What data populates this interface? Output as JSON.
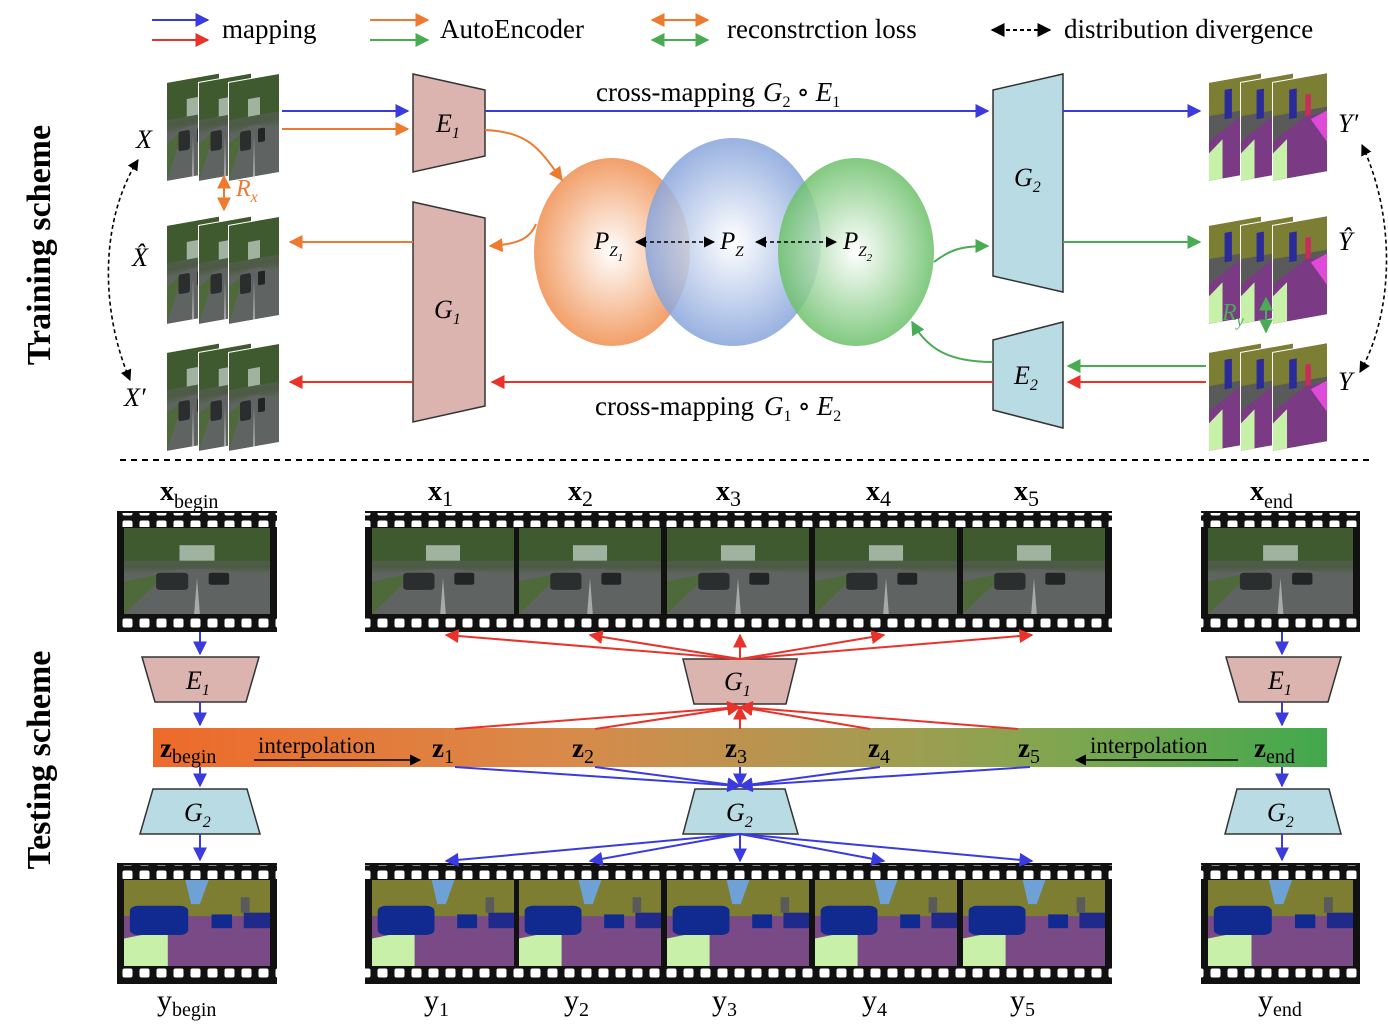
{
  "legend": {
    "mapping": "mapping",
    "autoencoder": "AutoEncoder",
    "recon": "reconstrction loss",
    "divergence": "distribution divergence"
  },
  "sections": {
    "training": "Training scheme",
    "testing": "Testing scheme"
  },
  "training": {
    "x_label": "X",
    "x_hat_label": "X̂",
    "x_prime_label": "X′",
    "y_prime_label": "Y′",
    "y_hat_label": "Ŷ",
    "y_label": "Y",
    "rx_main": "R",
    "rx_sub": "x",
    "ry_main": "R",
    "ry_sub": "y",
    "e1_main": "E",
    "e1_sub": "1",
    "g1_main": "G",
    "g1_sub": "1",
    "g2_main": "G",
    "g2_sub": "2",
    "e2_main": "E",
    "e2_sub": "2",
    "pz_main": "P",
    "pz_sub": "Z",
    "pz1_main": "P",
    "pz1_sub": "Z",
    "pz1_subsub": "1",
    "pz2_main": "P",
    "pz2_sub": "Z",
    "pz2_subsub": "2",
    "cross_top_text": "cross-mapping",
    "cross_top_a": "G",
    "cross_top_a_sub": "2",
    "cross_top_b": "E",
    "cross_top_b_sub": "1",
    "cross_bottom_text": "cross-mapping",
    "cross_bottom_a": "G",
    "cross_bottom_a_sub": "1",
    "cross_bottom_b": "E",
    "cross_bottom_b_sub": "2",
    "compose_symbol": "∘"
  },
  "testing": {
    "x_begin_main": "x",
    "x_begin_sub": "begin",
    "x_end_main": "x",
    "x_end_sub": "end",
    "x_frames": [
      "1",
      "2",
      "3",
      "4",
      "5"
    ],
    "x_frame_main": "x",
    "y_begin_main": "y",
    "y_begin_sub": "begin",
    "y_end_main": "y",
    "y_end_sub": "end",
    "y_frames": [
      "1",
      "2",
      "3",
      "4",
      "5"
    ],
    "y_frame_main": "y",
    "z_begin_main": "z",
    "z_begin_sub": "begin",
    "z_end_main": "z",
    "z_end_sub": "end",
    "z_frames": [
      "1",
      "2",
      "3",
      "4",
      "5"
    ],
    "z_frame_main": "z",
    "interp_left": "interpolation",
    "interp_right": "interpolation",
    "e1_main": "E",
    "e1_sub": "1",
    "g1_main": "G",
    "g1_sub": "1",
    "g2_main": "G",
    "g2_sub": "2"
  },
  "colors": {
    "mapping_blue": "#3a3adf",
    "mapping_red": "#e8322a",
    "ae_orange": "#ee7a30",
    "ae_green": "#4aab55",
    "encoder_fill": "#dbb4b0",
    "generator_fill": "#b9dce4",
    "ellipse_orange": "#ef8a48",
    "ellipse_blue": "#8aa8dc",
    "ellipse_green": "#6dc26b"
  }
}
